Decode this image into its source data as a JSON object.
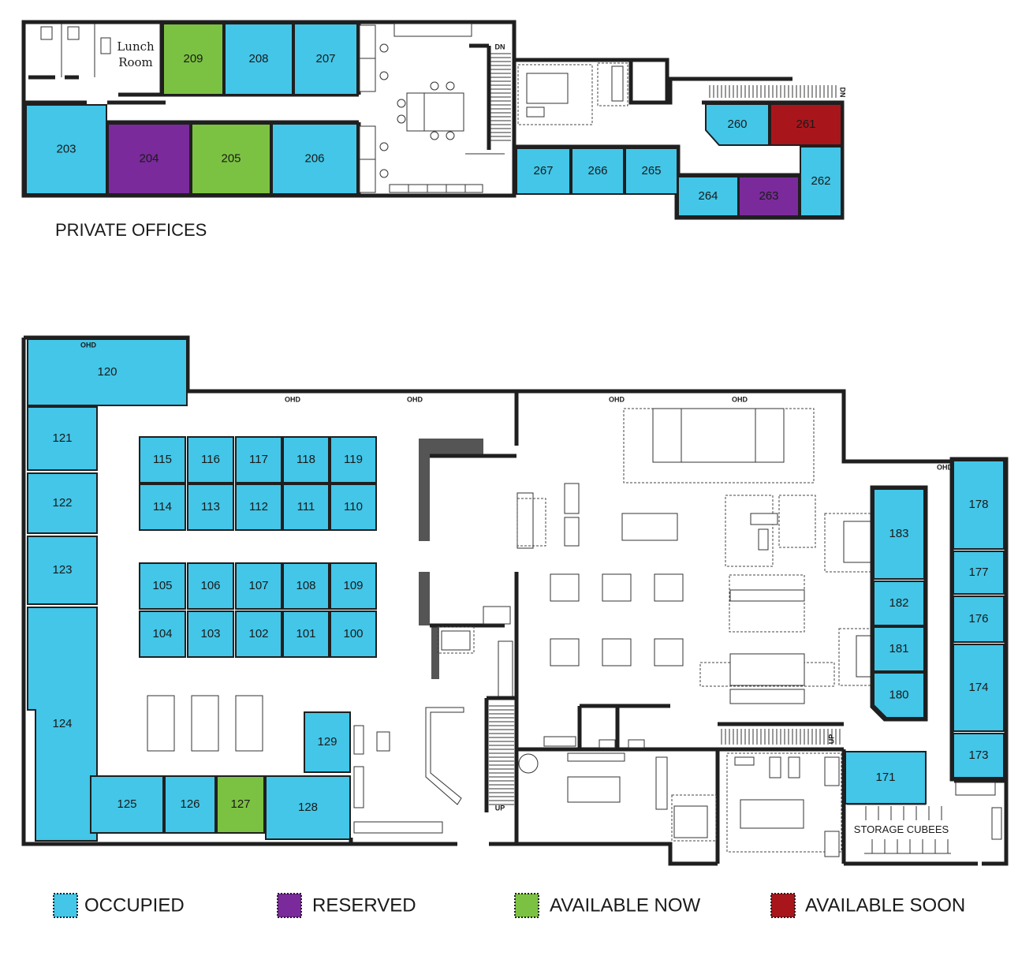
{
  "colors": {
    "occupied": "#43c6e8",
    "reserved": "#7a2a9b",
    "available_now": "#7cc242",
    "available_soon": "#a8161c",
    "wall": "#1f1f1f",
    "dark_fixture": "#555555"
  },
  "sections": {
    "private_offices": "PRIVATE OFFICES",
    "storage_cubees": "STORAGE CUBEES",
    "lunch_room_line1": "Lunch",
    "lunch_room_line2": "Room"
  },
  "legend": [
    {
      "key": "occupied",
      "label": "OCCUPIED"
    },
    {
      "key": "reserved",
      "label": "RESERVED"
    },
    {
      "key": "available_now",
      "label": "AVAILABLE NOW"
    },
    {
      "key": "available_soon",
      "label": "AVAILABLE SOON"
    }
  ],
  "markers": {
    "ohd": "OHD",
    "dn": "DN",
    "up": "UP"
  },
  "rooms": [
    {
      "number": "209",
      "status": "available_now"
    },
    {
      "number": "208",
      "status": "occupied"
    },
    {
      "number": "207",
      "status": "occupied"
    },
    {
      "number": "203",
      "status": "occupied"
    },
    {
      "number": "204",
      "status": "reserved"
    },
    {
      "number": "205",
      "status": "available_now"
    },
    {
      "number": "206",
      "status": "occupied"
    },
    {
      "number": "267",
      "status": "occupied"
    },
    {
      "number": "266",
      "status": "occupied"
    },
    {
      "number": "265",
      "status": "occupied"
    },
    {
      "number": "260",
      "status": "occupied"
    },
    {
      "number": "261",
      "status": "available_soon"
    },
    {
      "number": "262",
      "status": "occupied"
    },
    {
      "number": "264",
      "status": "occupied"
    },
    {
      "number": "263",
      "status": "reserved"
    },
    {
      "number": "120",
      "status": "occupied"
    },
    {
      "number": "121",
      "status": "occupied"
    },
    {
      "number": "122",
      "status": "occupied"
    },
    {
      "number": "123",
      "status": "occupied"
    },
    {
      "number": "124",
      "status": "occupied"
    },
    {
      "number": "115",
      "status": "occupied"
    },
    {
      "number": "116",
      "status": "occupied"
    },
    {
      "number": "117",
      "status": "occupied"
    },
    {
      "number": "118",
      "status": "occupied"
    },
    {
      "number": "119",
      "status": "occupied"
    },
    {
      "number": "114",
      "status": "occupied"
    },
    {
      "number": "113",
      "status": "occupied"
    },
    {
      "number": "112",
      "status": "occupied"
    },
    {
      "number": "111",
      "status": "occupied"
    },
    {
      "number": "110",
      "status": "occupied"
    },
    {
      "number": "105",
      "status": "occupied"
    },
    {
      "number": "106",
      "status": "occupied"
    },
    {
      "number": "107",
      "status": "occupied"
    },
    {
      "number": "108",
      "status": "occupied"
    },
    {
      "number": "109",
      "status": "occupied"
    },
    {
      "number": "104",
      "status": "occupied"
    },
    {
      "number": "103",
      "status": "occupied"
    },
    {
      "number": "102",
      "status": "occupied"
    },
    {
      "number": "101",
      "status": "occupied"
    },
    {
      "number": "100",
      "status": "occupied"
    },
    {
      "number": "129",
      "status": "occupied"
    },
    {
      "number": "125",
      "status": "occupied"
    },
    {
      "number": "126",
      "status": "occupied"
    },
    {
      "number": "127",
      "status": "available_now"
    },
    {
      "number": "128",
      "status": "occupied"
    },
    {
      "number": "183",
      "status": "occupied"
    },
    {
      "number": "182",
      "status": "occupied"
    },
    {
      "number": "181",
      "status": "occupied"
    },
    {
      "number": "180",
      "status": "occupied"
    },
    {
      "number": "178",
      "status": "occupied"
    },
    {
      "number": "177",
      "status": "occupied"
    },
    {
      "number": "176",
      "status": "occupied"
    },
    {
      "number": "174",
      "status": "occupied"
    },
    {
      "number": "173",
      "status": "occupied"
    },
    {
      "number": "171",
      "status": "occupied"
    }
  ]
}
